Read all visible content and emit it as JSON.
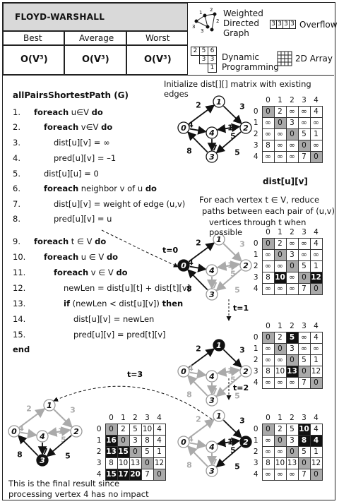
{
  "header": {
    "title": "FLOYD-WARSHALL",
    "cols": [
      "Best",
      "Average",
      "Worst"
    ],
    "vals": [
      "O(V³)",
      "O(V³)",
      "O(V³)"
    ]
  },
  "legend": {
    "weighted": "Weighted\nDirected\nGraph",
    "overflow": "Overflow",
    "overflow_digits": [
      "3",
      "3",
      "3",
      "3"
    ],
    "dp": "Dynamic\nProgramming",
    "dp_digits": [
      "2",
      "5",
      "6",
      "3",
      "3",
      "1"
    ],
    "array2d": "2D Array",
    "mini_graph_labels": [
      "1",
      "2",
      "3",
      "2",
      "3"
    ]
  },
  "code": {
    "signature": "allPairsShortestPath (G)",
    "lines": [
      {
        "n": "1.",
        "t": "foreach u∈V do"
      },
      {
        "n": "2.",
        "t": "foreach v∈V do"
      },
      {
        "n": "3.",
        "t": "dist[u][v] = ∞"
      },
      {
        "n": "4.",
        "t": "pred[u][v] = –1"
      },
      {
        "n": "5.",
        "t": "dist[u][u] = 0"
      },
      {
        "n": "6.",
        "t": "foreach neighbor v of u do"
      },
      {
        "n": "7.",
        "t": "dist[u][v] = weight of edge (u,v)"
      },
      {
        "n": "8.",
        "t": "pred[u][v] = u"
      },
      {
        "n": "9.",
        "t": "foreach t ∈ V do"
      },
      {
        "n": "10.",
        "t": "foreach u ∈ V do"
      },
      {
        "n": "11.",
        "t": "foreach v ∈ V do"
      },
      {
        "n": "12.",
        "t": "newLen = dist[u][t] + dist[t][v]"
      },
      {
        "n": "13.",
        "t": "if (newLen < dist[u][v]) then"
      },
      {
        "n": "14.",
        "t": "dist[u][v] = newLen"
      },
      {
        "n": "15.",
        "t": "pred[u][v] = pred[t][v]"
      }
    ],
    "end": "end"
  },
  "notes": {
    "init": "Initialize dist[][] matrix with existing edges",
    "matrix_caption": "dist[u][v]",
    "reduce": [
      "For each vertex t ∈ V, reduce",
      "paths between each pair of (u,v)",
      "vertices through t when possible"
    ],
    "final": [
      "This is the final result since",
      "processing vertex 4 has no impact"
    ],
    "t0": "t=0",
    "t1": "t=1",
    "t2": "t=2",
    "t3": "t=3"
  },
  "graph": {
    "nodes": [
      "0",
      "1",
      "2",
      "3",
      "4"
    ],
    "edges": [
      {
        "from": "0",
        "to": "1",
        "w": "2"
      },
      {
        "from": "1",
        "to": "2",
        "w": "3"
      },
      {
        "from": "0",
        "to": "4",
        "w": "4"
      },
      {
        "from": "4",
        "to": "2",
        "w": "1"
      },
      {
        "from": "2",
        "to": "4",
        "w": "5"
      },
      {
        "from": "3",
        "to": "0",
        "w": "8"
      },
      {
        "from": "4",
        "to": "3",
        "w": "7"
      },
      {
        "from": "2",
        "to": "3",
        "w": "5"
      }
    ]
  },
  "matrices": {
    "cols": [
      "0",
      "1",
      "2",
      "3",
      "4"
    ],
    "init": [
      [
        "0",
        "2",
        "∞",
        "∞",
        "4"
      ],
      [
        "∞",
        "0",
        "3",
        "∞",
        "∞"
      ],
      [
        "∞",
        "∞",
        "0",
        "5",
        "1"
      ],
      [
        "8",
        "∞",
        "∞",
        "0",
        "∞"
      ],
      [
        "∞",
        "∞",
        "∞",
        "7",
        "0"
      ]
    ],
    "t0": [
      [
        "0",
        "2",
        "∞",
        "∞",
        "4"
      ],
      [
        "∞",
        "0",
        "3",
        "∞",
        "∞"
      ],
      [
        "∞",
        "∞",
        "0",
        "5",
        "1"
      ],
      [
        "8",
        "10",
        "∞",
        "0",
        "12"
      ],
      [
        "∞",
        "∞",
        "∞",
        "7",
        "0"
      ]
    ],
    "t1": [
      [
        "0",
        "2",
        "5",
        "∞",
        "4"
      ],
      [
        "∞",
        "0",
        "3",
        "∞",
        "∞"
      ],
      [
        "∞",
        "∞",
        "0",
        "5",
        "1"
      ],
      [
        "8",
        "10",
        "13",
        "0",
        "12"
      ],
      [
        "∞",
        "∞",
        "∞",
        "7",
        "0"
      ]
    ],
    "t2": [
      [
        "0",
        "2",
        "5",
        "10",
        "4"
      ],
      [
        "∞",
        "0",
        "3",
        "8",
        "4"
      ],
      [
        "∞",
        "∞",
        "0",
        "5",
        "1"
      ],
      [
        "8",
        "10",
        "13",
        "0",
        "12"
      ],
      [
        "∞",
        "∞",
        "∞",
        "7",
        "0"
      ]
    ],
    "t3": [
      [
        "0",
        "2",
        "5",
        "10",
        "4"
      ],
      [
        "16",
        "0",
        "3",
        "8",
        "4"
      ],
      [
        "13",
        "15",
        "0",
        "5",
        "1"
      ],
      [
        "8",
        "10",
        "13",
        "0",
        "12"
      ],
      [
        "15",
        "17",
        "20",
        "7",
        "0"
      ]
    ]
  },
  "colors": {
    "border": "#222222",
    "gray": "#aaaaaa",
    "dark": "#111111",
    "faded": "#aaaaaa"
  }
}
